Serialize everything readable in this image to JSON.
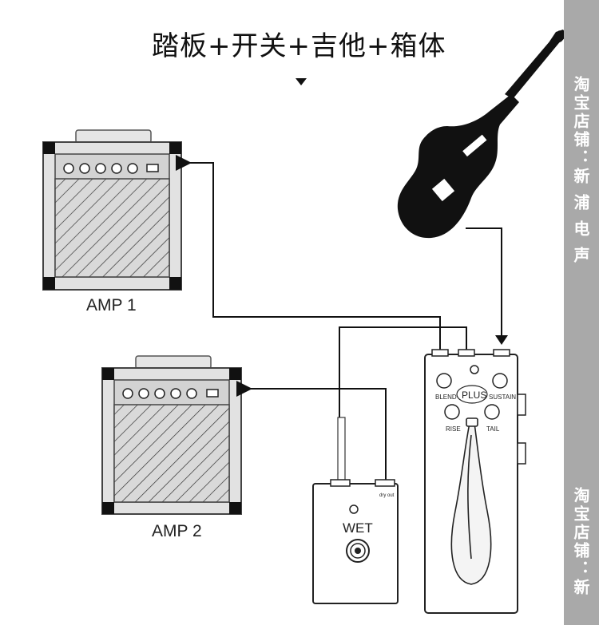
{
  "title": "踏板+开关+吉他+箱体",
  "watermark": {
    "top": "淘宝店铺：新 浦 电 声",
    "bottom": "淘宝店铺：新"
  },
  "amps": [
    {
      "label": "AMP 1"
    },
    {
      "label": "AMP 2"
    }
  ],
  "switch": {
    "label": "WET",
    "jack_label": "dry out"
  },
  "pedal": {
    "brand": "PLUS",
    "knobs": [
      "BLEND",
      "SUSTAIN",
      "RISE",
      "TAIL"
    ]
  },
  "colors": {
    "watermark_bar": "#a9a9a9",
    "line": "#111111",
    "amp_grey": "#d9d9d9"
  }
}
